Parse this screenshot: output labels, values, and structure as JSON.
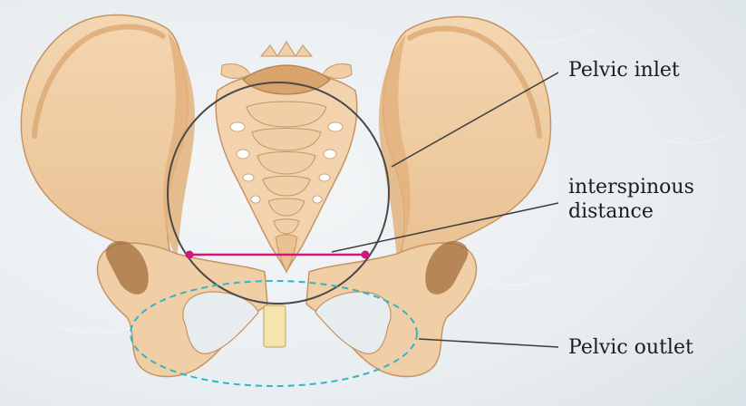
{
  "labels": {
    "pelvic_inlet": "Pelvic inlet",
    "interspinous_line1": "interspinous",
    "interspinous_line2": "distance",
    "pelvic_outlet": "Pelvic outlet"
  },
  "colors": {
    "background": "#e6ebee",
    "bone_fill": "#f1d0a8",
    "bone_shadow": "#d6a473",
    "bone_outline": "#b0814f",
    "inlet_circle": "#4a4a4a",
    "interspinous_line": "#d1177a",
    "outlet_ellipse": "#35b3c8",
    "pubic_symphysis": "#f3e5ad",
    "leader_lines": "#3d3d3d"
  },
  "icons": [
    "pelvis-illustration"
  ]
}
